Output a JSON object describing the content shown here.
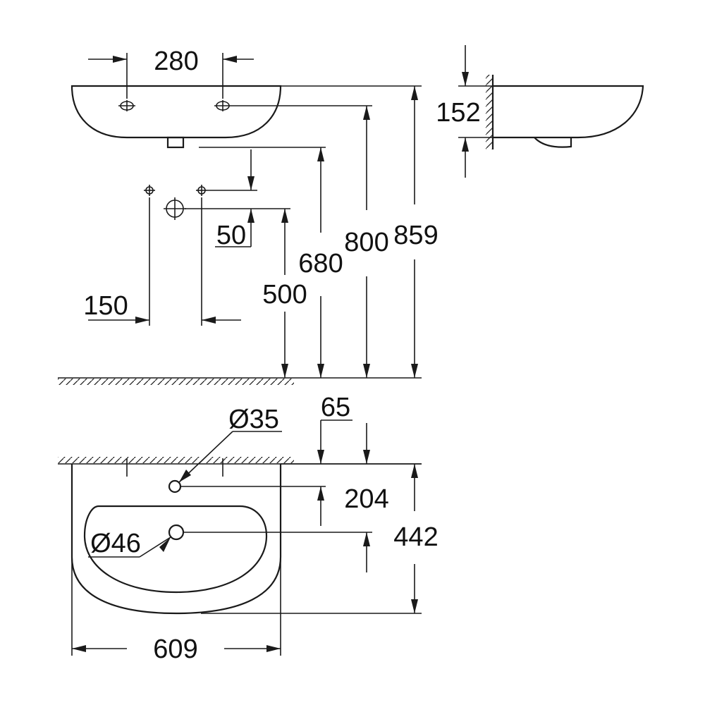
{
  "drawing": {
    "dimensions": {
      "tap_hole_spacing": "280",
      "basin_height": "152",
      "supply_offset": "50",
      "supply_spacing": "150",
      "waste_height": "500",
      "bottom_height": "680",
      "top_height_inner": "800",
      "top_height_rim": "859",
      "tap_hole_diameter": "Ø35",
      "tap_hole_offset": "65",
      "waste_hole_depth": "204",
      "basin_depth": "442",
      "waste_diameter": "Ø46",
      "basin_width": "609"
    },
    "colors": {
      "line": "#1a1a1a",
      "background": "#ffffff"
    }
  }
}
